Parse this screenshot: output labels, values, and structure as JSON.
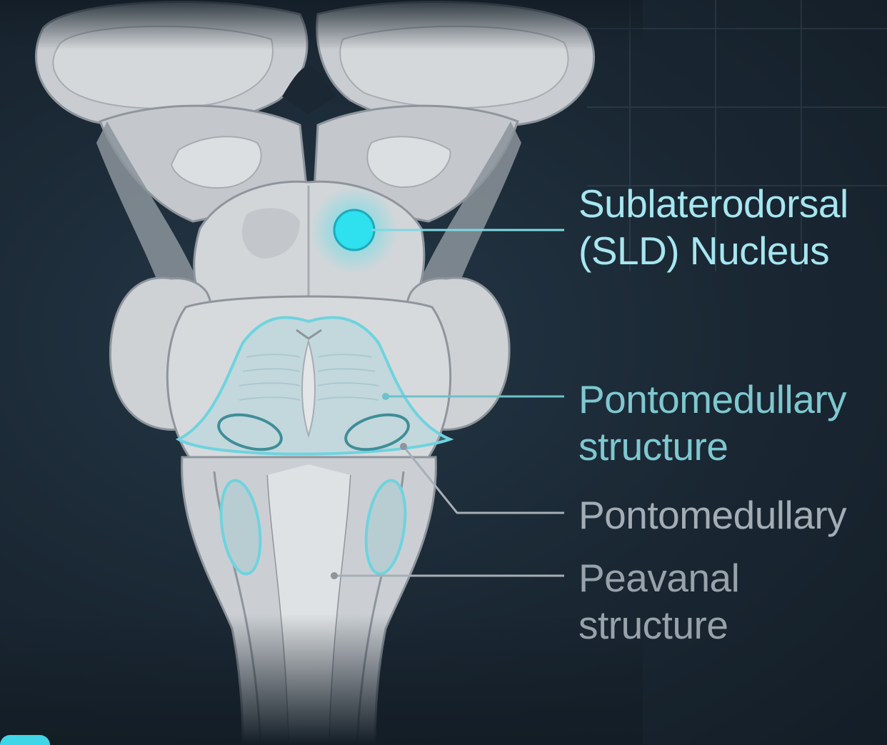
{
  "labels": {
    "sld": {
      "line1": "Sublaterodorsal",
      "line2": "(SLD) Nucleus"
    },
    "pontomedullary_structure": {
      "line1": "Pontomedullary",
      "line2": "structure"
    },
    "pontomedullary": {
      "line1": "Pontomedullary"
    },
    "peavanal_structure": {
      "line1": "Peavanal",
      "line2": "structure"
    }
  },
  "colors": {
    "background": "#18242f",
    "highlight_cyan": "#2fe0ee",
    "outline_teal": "#6fd3de",
    "tissue_light": "#d7dadd",
    "tissue_mid": "#bfc3c7",
    "tissue_dark": "#9aa0a6",
    "leader_cyan": "#7ed8e2",
    "leader_gray": "#a7afb6"
  }
}
